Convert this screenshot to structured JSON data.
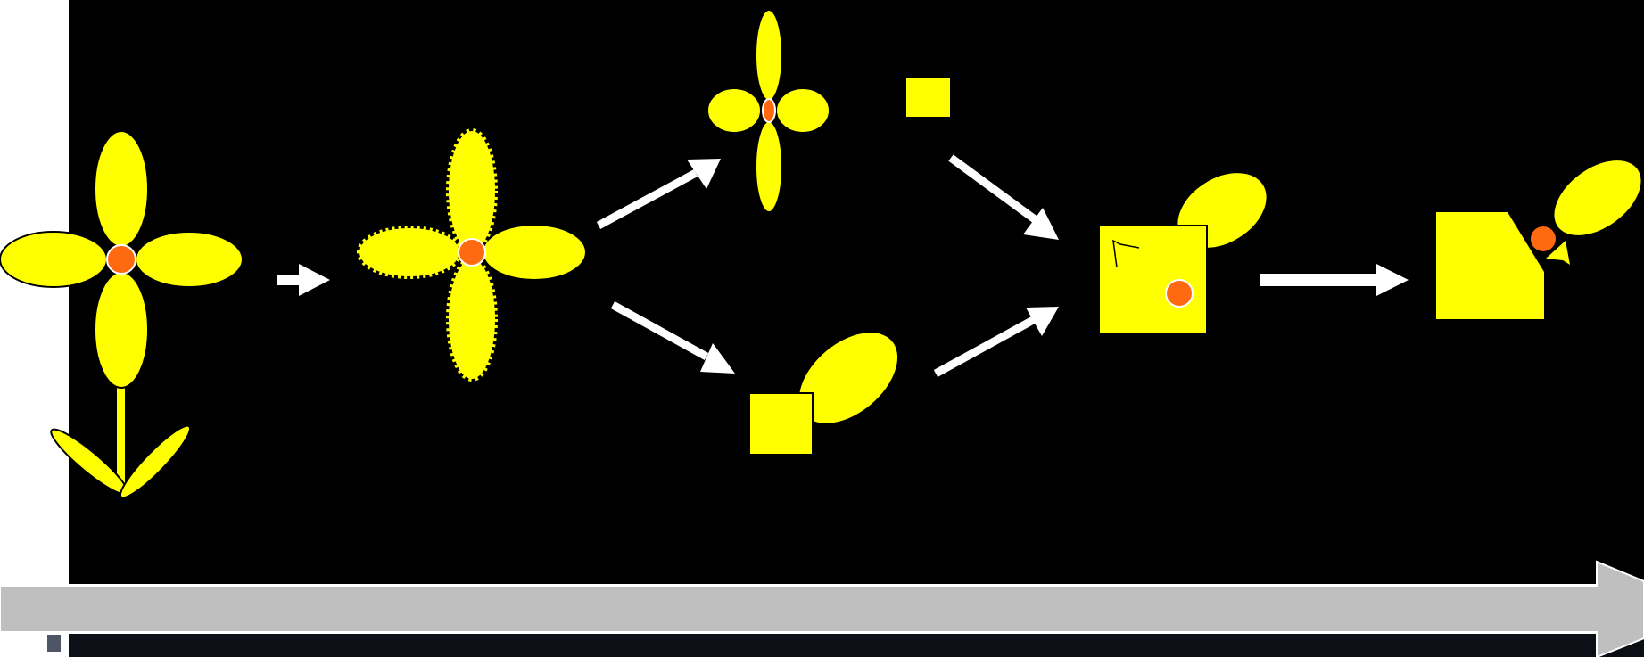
{
  "colors": {
    "background": "#ffffff",
    "panel": "#000000",
    "lower_strip": "#0d0f17",
    "petal": "#ffff00",
    "center": "#ff6a10",
    "arrow": "#ffffff",
    "timeline": "#bfbfbf",
    "outline": "#000000",
    "small_mark": "#4d5566"
  },
  "diagram": {
    "nodes": [
      {
        "id": "flower-whole",
        "shape": "four-petal flower with stem and leaves"
      },
      {
        "id": "flower-wavy",
        "shape": "four-petal flower, two petals wavy"
      },
      {
        "id": "flower-small",
        "shape": "small four-petal flower"
      },
      {
        "id": "square-small-top",
        "shape": "small square"
      },
      {
        "id": "square-leaf-bottom",
        "shape": "square with tilted leaf"
      },
      {
        "id": "square-dot-leaf",
        "shape": "square with dot and leaf"
      },
      {
        "id": "pentagon-dot-leaf",
        "shape": "cut-corner square with dot and leaf"
      }
    ],
    "edges": [
      {
        "from": "flower-whole",
        "to": "flower-wavy"
      },
      {
        "from": "flower-wavy",
        "to": "flower-small"
      },
      {
        "from": "flower-wavy",
        "to": "square-leaf-bottom"
      },
      {
        "from": "square-small-top",
        "to": "square-dot-leaf"
      },
      {
        "from": "square-leaf-bottom",
        "to": "square-dot-leaf"
      },
      {
        "from": "square-dot-leaf",
        "to": "pentagon-dot-leaf"
      }
    ],
    "timeline": {
      "direction": "left-to-right"
    }
  }
}
